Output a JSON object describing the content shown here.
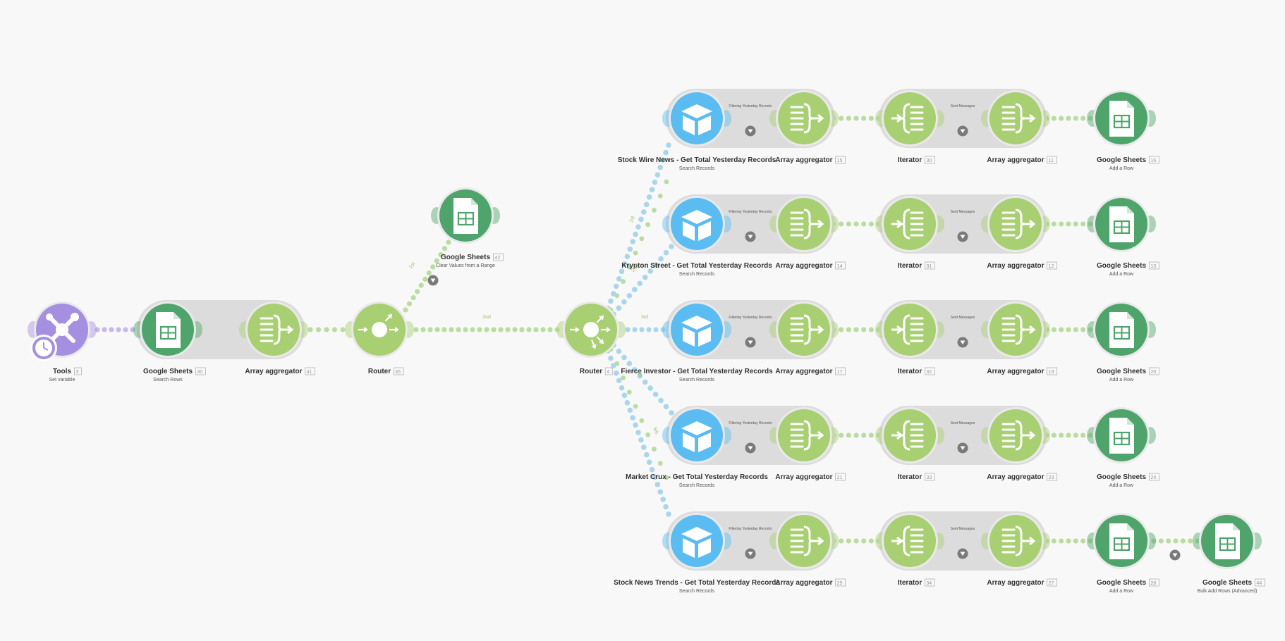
{
  "colors": {
    "tools": "#a58fe0",
    "sheets": "#4ea46a",
    "aggregator": "#a8cf72",
    "airtable": "#5bbcf2",
    "router": "#a8cf72",
    "filter": "#7a7a7a",
    "group_bg": "#dcdcdc",
    "connector_green": "#b9dca0",
    "connector_blue": "#a9d6ec",
    "connector_purple": "#c6b9ea"
  },
  "nodes": [
    {
      "key": "tools",
      "label": "Tools",
      "id": "3",
      "sub": "Set variable",
      "type": "tools"
    },
    {
      "key": "sheets40",
      "label": "Google Sheets",
      "id": "40",
      "sub": "Search Rows",
      "type": "sheets"
    },
    {
      "key": "agg41",
      "label": "Array aggregator",
      "id": "41",
      "sub": "",
      "type": "aggregator"
    },
    {
      "key": "router45",
      "label": "Router",
      "id": "45",
      "sub": "",
      "type": "router"
    },
    {
      "key": "sheets42",
      "label": "Google Sheets",
      "id": "42",
      "sub": "Clear Values from a Range",
      "type": "sheets"
    },
    {
      "key": "router4",
      "label": "Router",
      "id": "4",
      "sub": "",
      "type": "router"
    },
    {
      "key": "air1",
      "label": "Stock Wire News - Get Total Yesterday Records",
      "id": "",
      "sub": "Search Records",
      "type": "airtable"
    },
    {
      "key": "agg15",
      "label": "Array aggregator",
      "id": "15",
      "sub": "",
      "type": "aggregator"
    },
    {
      "key": "it30",
      "label": "Iterator",
      "id": "30",
      "sub": "",
      "type": "iterator"
    },
    {
      "key": "agg11",
      "label": "Array aggregator",
      "id": "11",
      "sub": "",
      "type": "aggregator"
    },
    {
      "key": "sh16",
      "label": "Google Sheets",
      "id": "16",
      "sub": "Add a Row",
      "type": "sheets"
    },
    {
      "key": "air2",
      "label": "Krypton Street - Get Total Yesterday Records",
      "id": "",
      "sub": "Search Records",
      "type": "airtable"
    },
    {
      "key": "agg14",
      "label": "Array aggregator",
      "id": "14",
      "sub": "",
      "type": "aggregator"
    },
    {
      "key": "it31",
      "label": "Iterator",
      "id": "31",
      "sub": "",
      "type": "iterator"
    },
    {
      "key": "agg12",
      "label": "Array aggregator",
      "id": "12",
      "sub": "",
      "type": "aggregator"
    },
    {
      "key": "sh13",
      "label": "Google Sheets",
      "id": "13",
      "sub": "Add a Row",
      "type": "sheets"
    },
    {
      "key": "air3",
      "label": "Fierce Investor - Get Total Yesterday Records",
      "id": "",
      "sub": "Search Records",
      "type": "airtable"
    },
    {
      "key": "agg17",
      "label": "Array aggregator",
      "id": "17",
      "sub": "",
      "type": "aggregator"
    },
    {
      "key": "it32",
      "label": "Iterator",
      "id": "32",
      "sub": "",
      "type": "iterator"
    },
    {
      "key": "agg19",
      "label": "Array aggregator",
      "id": "19",
      "sub": "",
      "type": "aggregator"
    },
    {
      "key": "sh20",
      "label": "Google Sheets",
      "id": "20",
      "sub": "Add a Row",
      "type": "sheets"
    },
    {
      "key": "air4",
      "label": "Market Crux - Get Total Yesterday Records",
      "id": "",
      "sub": "Search Records",
      "type": "airtable"
    },
    {
      "key": "agg21",
      "label": "Array aggregator",
      "id": "21",
      "sub": "",
      "type": "aggregator"
    },
    {
      "key": "it33",
      "label": "Iterator",
      "id": "33",
      "sub": "",
      "type": "iterator"
    },
    {
      "key": "agg23",
      "label": "Array aggregator",
      "id": "23",
      "sub": "",
      "type": "aggregator"
    },
    {
      "key": "sh24",
      "label": "Google Sheets",
      "id": "24",
      "sub": "Add a Row",
      "type": "sheets"
    },
    {
      "key": "air5",
      "label": "Stock News Trends - Get Total Yesterday Records",
      "id": "",
      "sub": "Search Records",
      "type": "airtable"
    },
    {
      "key": "agg25",
      "label": "Array aggregator",
      "id": "25",
      "sub": "",
      "type": "aggregator"
    },
    {
      "key": "it34",
      "label": "Iterator",
      "id": "34",
      "sub": "",
      "type": "iterator"
    },
    {
      "key": "agg27",
      "label": "Array aggregator",
      "id": "27",
      "sub": "",
      "type": "aggregator"
    },
    {
      "key": "sh28",
      "label": "Google Sheets",
      "id": "28",
      "sub": "Add a Row",
      "type": "sheets"
    },
    {
      "key": "sh44",
      "label": "Google Sheets",
      "id": "44",
      "sub": "Bulk Add Rows (Advanced)",
      "type": "sheets"
    }
  ],
  "route_labels": {
    "r45_1": "1st",
    "r45_2": "2nd",
    "r4_1": "1st",
    "r4_2": "2nd",
    "r4_3": "3rd",
    "r4_4": "4th",
    "r4_5": "5th"
  },
  "group_labels": {
    "filter_group": "Filtering Yesterday Records",
    "messages_group": "Sent Messages"
  }
}
